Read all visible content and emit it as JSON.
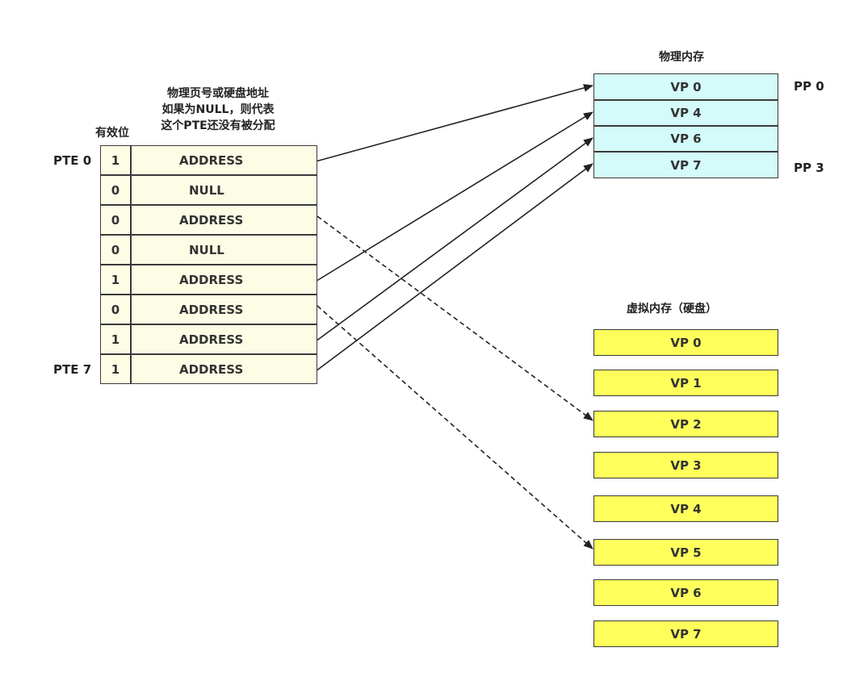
{
  "page_table": {
    "header_valid": "有效位",
    "header_desc_lines": [
      "物理页号或硬盘地址",
      "如果为NULL，则代表",
      "这个PTE还没有被分配"
    ],
    "first_label": "PTE 0",
    "last_label": "PTE 7",
    "rows": [
      {
        "valid": "1",
        "content": "ADDRESS"
      },
      {
        "valid": "0",
        "content": "NULL"
      },
      {
        "valid": "0",
        "content": "ADDRESS"
      },
      {
        "valid": "0",
        "content": "NULL"
      },
      {
        "valid": "1",
        "content": "ADDRESS"
      },
      {
        "valid": "0",
        "content": "ADDRESS"
      },
      {
        "valid": "1",
        "content": "ADDRESS"
      },
      {
        "valid": "1",
        "content": "ADDRESS"
      }
    ]
  },
  "physical_memory": {
    "title": "物理内存",
    "blocks": [
      "VP 0",
      "VP 4",
      "VP 6",
      "VP 7"
    ],
    "pp_first": "PP 0",
    "pp_last": "PP 3"
  },
  "virtual_memory": {
    "title": "虚拟内存（硬盘）",
    "blocks": [
      "VP 0",
      "VP 1",
      "VP 2",
      "VP 3",
      "VP 4",
      "VP 5",
      "VP 6",
      "VP 7"
    ]
  },
  "mappings": [
    {
      "from_row": 0,
      "to": "physical",
      "index": 0,
      "style": "solid"
    },
    {
      "from_row": 4,
      "to": "physical",
      "index": 1,
      "style": "solid"
    },
    {
      "from_row": 6,
      "to": "physical",
      "index": 2,
      "style": "solid"
    },
    {
      "from_row": 7,
      "to": "physical",
      "index": 3,
      "style": "solid"
    },
    {
      "from_row": 2,
      "to": "virtual",
      "index": 2,
      "style": "dashed"
    },
    {
      "from_row": 5,
      "to": "virtual",
      "index": 5,
      "style": "dashed"
    }
  ]
}
